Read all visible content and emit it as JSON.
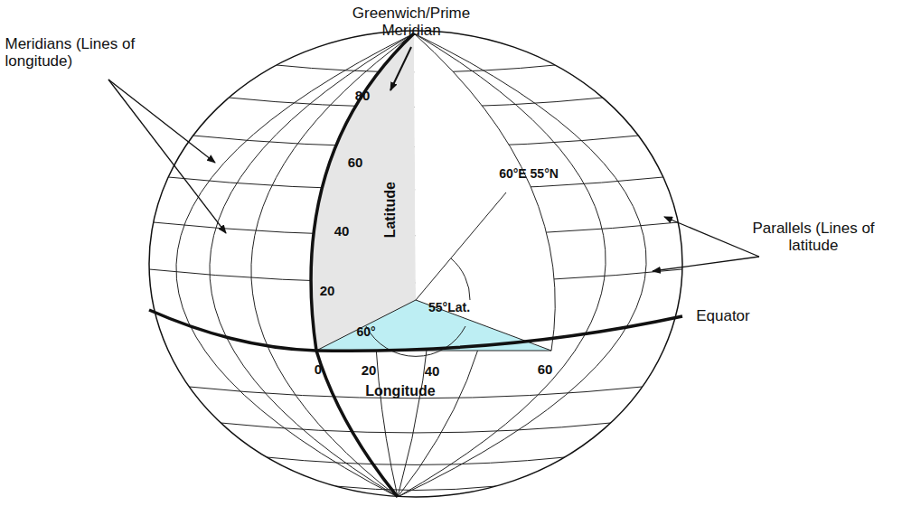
{
  "diagram": {
    "labels": [
      "Greenwich/Prime Meridian",
      "Meridians (Lines of longitude)",
      "80",
      "60",
      "40",
      "20",
      "Latitude",
      "60°E 55°N",
      "Parallels (Lines of latitude",
      "55°Lat.",
      "60°",
      "Equator",
      "0",
      "20",
      "40",
      "60",
      "Longitude"
    ]
  }
}
